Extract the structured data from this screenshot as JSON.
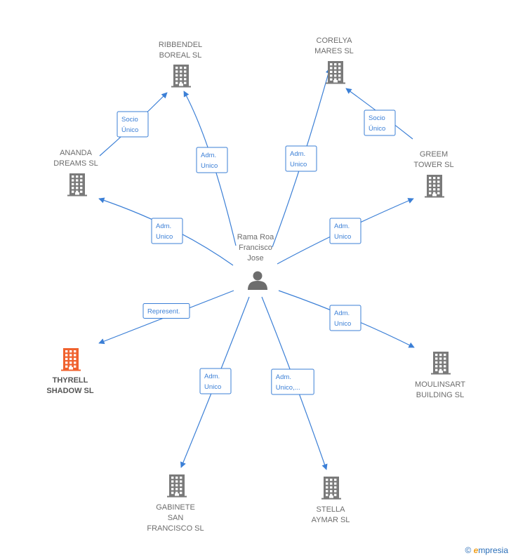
{
  "center": {
    "lines": [
      "Rama Roa",
      "Francisco",
      "Jose"
    ]
  },
  "nodes": [
    {
      "id": "ribbendel",
      "lines": [
        "RIBBENDEL",
        "BOREAL SL"
      ],
      "highlight": false
    },
    {
      "id": "corelya",
      "lines": [
        "CORELYA",
        "MARES SL"
      ],
      "highlight": false
    },
    {
      "id": "ananda",
      "lines": [
        "ANANDA",
        "DREAMS SL"
      ],
      "highlight": false
    },
    {
      "id": "greem",
      "lines": [
        "GREEM",
        "TOWER SL"
      ],
      "highlight": false
    },
    {
      "id": "thyrell",
      "lines": [
        "THYRELL",
        "SHADOW  SL"
      ],
      "highlight": true
    },
    {
      "id": "moulinsart",
      "lines": [
        "MOULINSART",
        "BUILDING SL"
      ],
      "highlight": false
    },
    {
      "id": "gabinete",
      "lines": [
        "GABINETE",
        "SAN",
        "FRANCISCO SL"
      ],
      "highlight": false
    },
    {
      "id": "stella",
      "lines": [
        "STELLA",
        "AYMAR SL"
      ],
      "highlight": false
    }
  ],
  "edges": [
    {
      "from": "center",
      "to": "ribbendel",
      "label": [
        "Adm.",
        "Unico"
      ]
    },
    {
      "from": "center",
      "to": "corelya",
      "label": [
        "Adm.",
        "Unico"
      ]
    },
    {
      "from": "center",
      "to": "ananda",
      "label": [
        "Adm.",
        "Unico"
      ]
    },
    {
      "from": "center",
      "to": "greem",
      "label": [
        "Adm.",
        "Unico"
      ]
    },
    {
      "from": "center",
      "to": "thyrell",
      "label": [
        "Represent."
      ]
    },
    {
      "from": "center",
      "to": "moulinsart",
      "label": [
        "Adm.",
        "Unico"
      ]
    },
    {
      "from": "center",
      "to": "gabinete",
      "label": [
        "Adm.",
        "Unico"
      ]
    },
    {
      "from": "center",
      "to": "stella",
      "label": [
        "Adm.",
        "Unico,..."
      ]
    },
    {
      "from": "ananda",
      "to": "ribbendel",
      "label": [
        "Socio",
        "Único"
      ]
    },
    {
      "from": "greem",
      "to": "corelya",
      "label": [
        "Socio",
        "Único"
      ]
    }
  ],
  "colors": {
    "edge": "#3b7fd6",
    "building": "#7a7a7a",
    "building_highlight": "#f0622e",
    "person": "#6d6d6d"
  },
  "brand": {
    "copyright": "©",
    "e": "e",
    "rest": "mpresia"
  }
}
